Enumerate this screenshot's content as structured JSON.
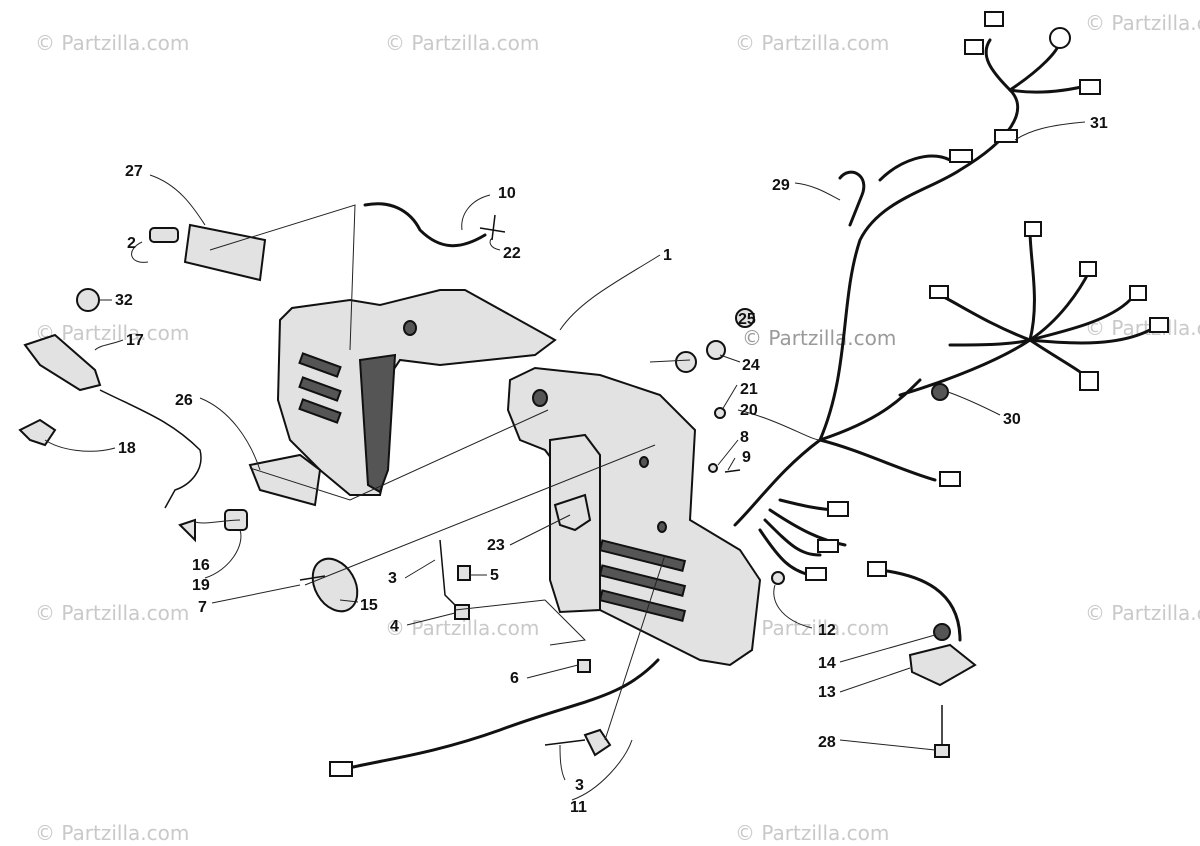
{
  "watermarks": [
    {
      "text": "© Partzilla.com"
    },
    {
      "text": "© Partzilla.com"
    },
    {
      "text": "© Partzilla.com"
    },
    {
      "text": "© Partzilla.com"
    },
    {
      "text": "© Partzilla.com"
    },
    {
      "text": "© Partzilla.com"
    },
    {
      "text": "© Partzilla.com"
    },
    {
      "text": "© Partzilla.com"
    },
    {
      "text": "© Partzilla.com"
    },
    {
      "text": "© Partzilla.com"
    },
    {
      "text": "© Partzilla.com"
    },
    {
      "text": "© Partzilla.com"
    },
    {
      "text": "© Partzilla.com"
    }
  ],
  "callouts": {
    "c1": "1",
    "c2": "2",
    "c3a": "3",
    "c3b": "3",
    "c4": "4",
    "c5": "5",
    "c6": "6",
    "c7": "7",
    "c8": "8",
    "c9": "9",
    "c10": "10",
    "c11": "11",
    "c12": "12",
    "c13": "13",
    "c14": "14",
    "c15": "15",
    "c16": "16",
    "c17": "17",
    "c18": "18",
    "c19": "19",
    "c20": "20",
    "c21": "21",
    "c22": "22",
    "c23": "23",
    "c24": "24",
    "c25": "25",
    "c26": "26",
    "c27": "27",
    "c28": "28",
    "c29": "29",
    "c30": "30",
    "c31": "31",
    "c32": "32"
  }
}
